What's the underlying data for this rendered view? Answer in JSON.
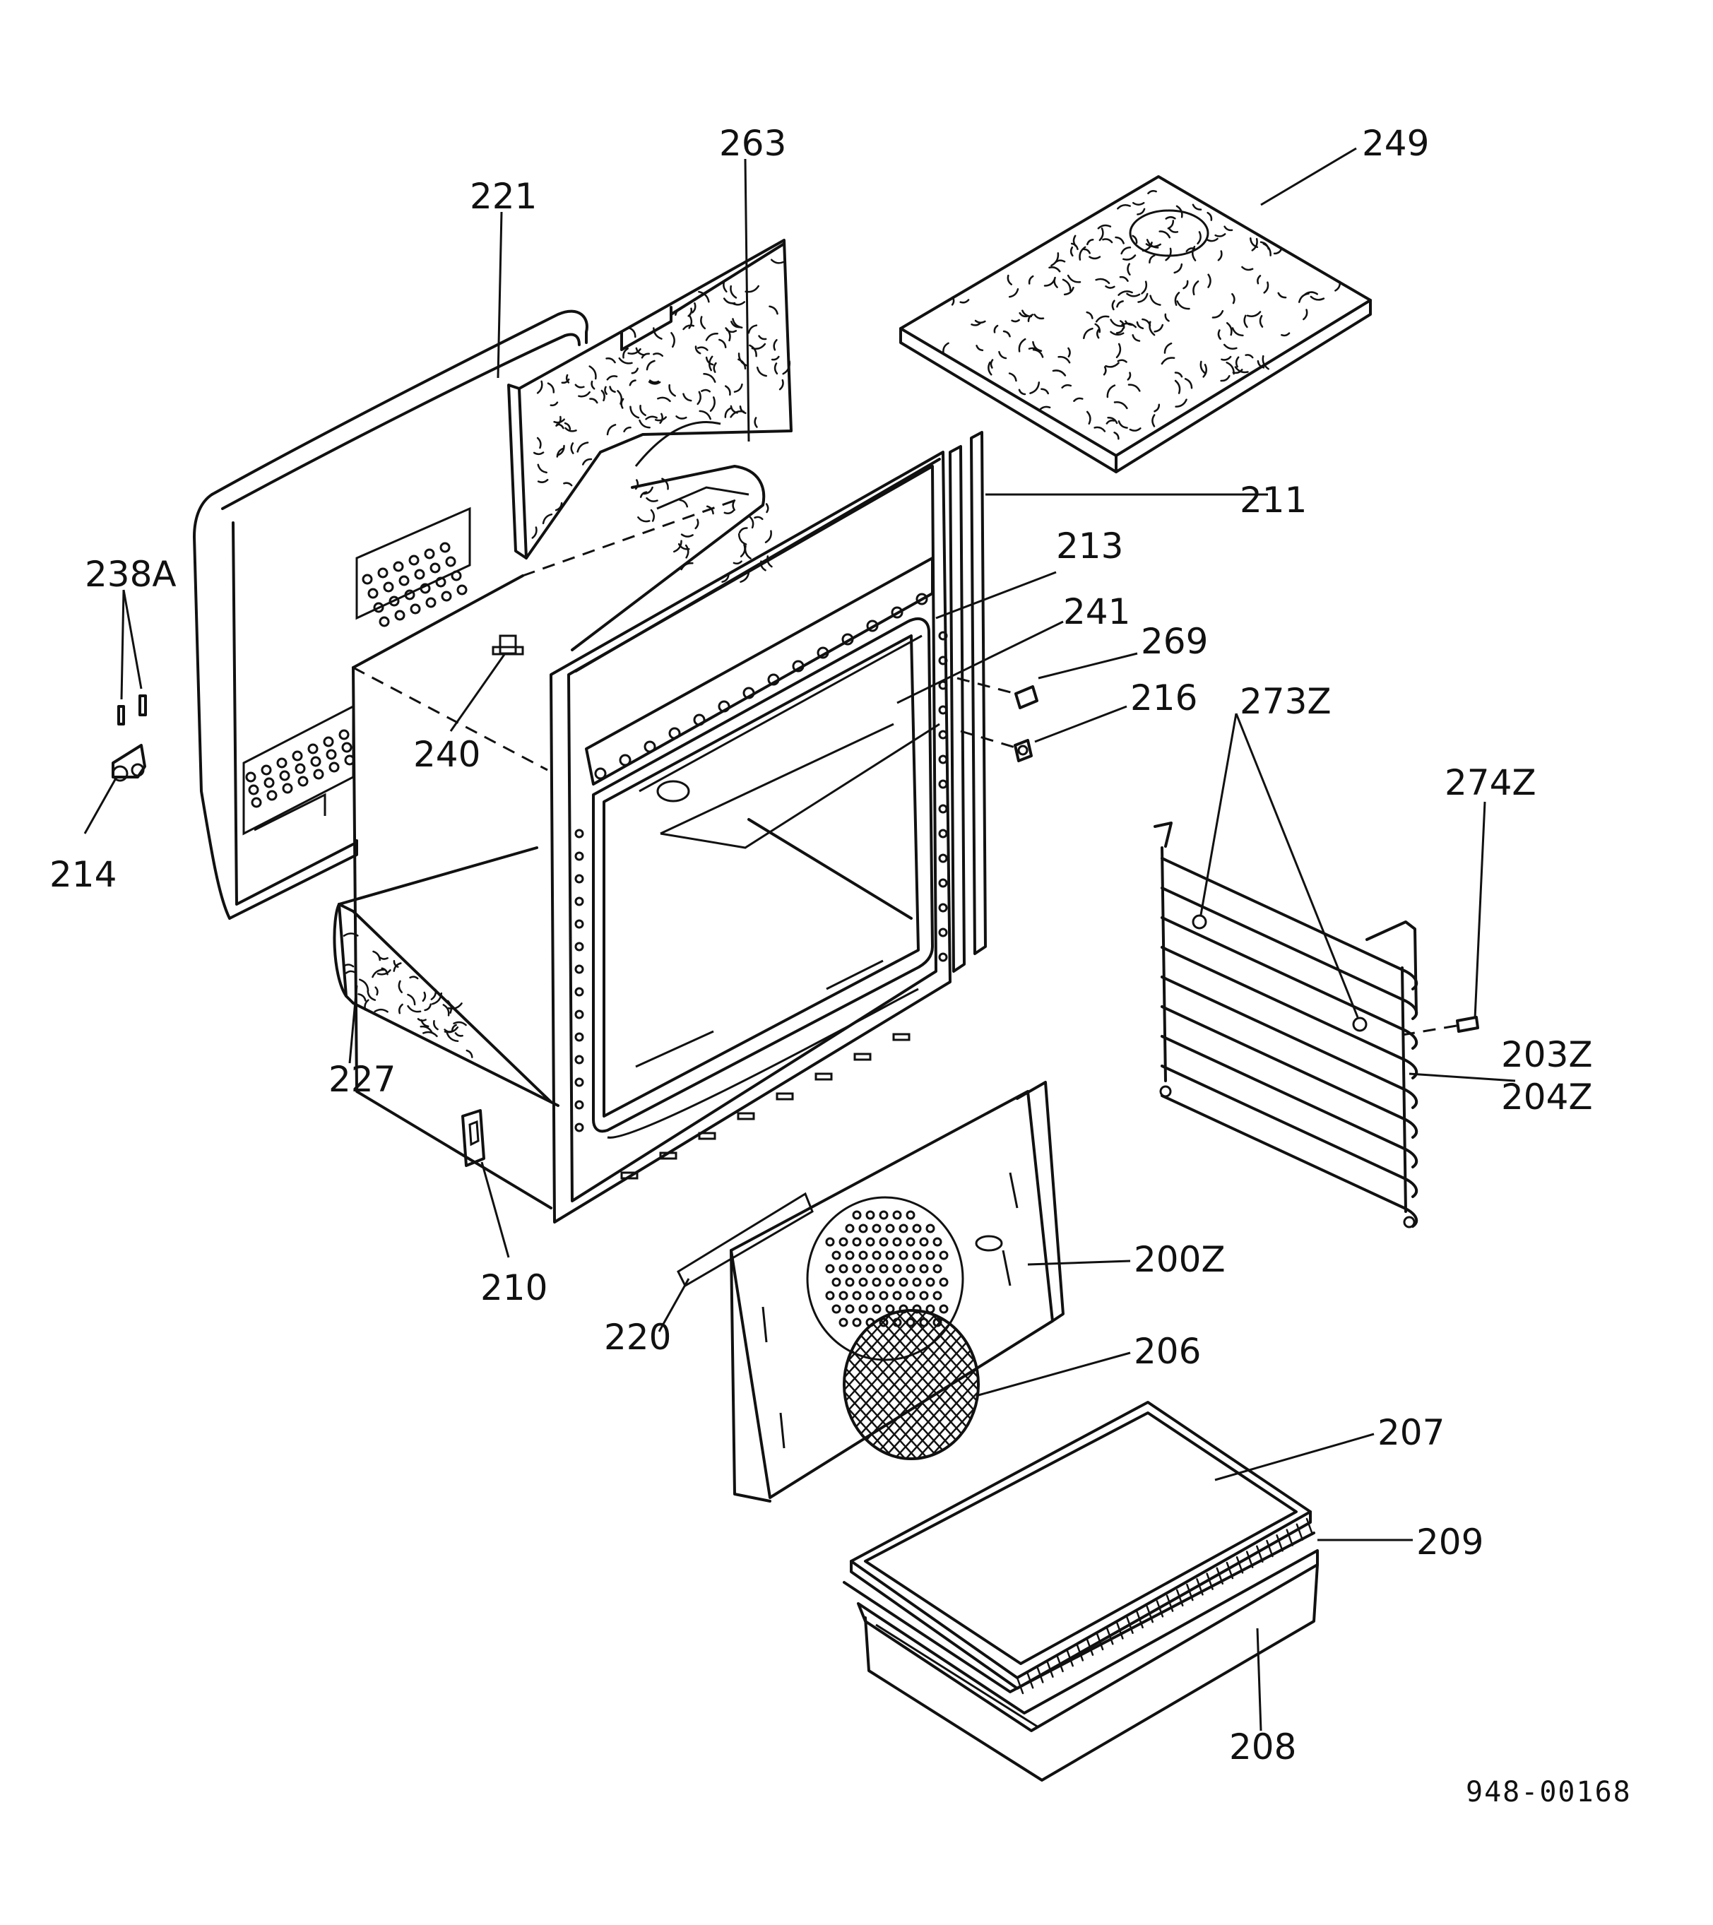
{
  "diagram": {
    "document_number": "948-00168",
    "parts": [
      {
        "id": "p263",
        "label": "263"
      },
      {
        "id": "p249",
        "label": "249"
      },
      {
        "id": "p221",
        "label": "221"
      },
      {
        "id": "p211",
        "label": "211"
      },
      {
        "id": "p213",
        "label": "213"
      },
      {
        "id": "p241",
        "label": "241"
      },
      {
        "id": "p269",
        "label": "269"
      },
      {
        "id": "p238a",
        "label": "238A"
      },
      {
        "id": "p216",
        "label": "216"
      },
      {
        "id": "p273z",
        "label": "273Z"
      },
      {
        "id": "p240",
        "label": "240"
      },
      {
        "id": "p274z",
        "label": "274Z"
      },
      {
        "id": "p214",
        "label": "214"
      },
      {
        "id": "p227",
        "label": "227"
      },
      {
        "id": "p203z",
        "label": "203Z"
      },
      {
        "id": "p204z",
        "label": "204Z"
      },
      {
        "id": "p210",
        "label": "210"
      },
      {
        "id": "p200z",
        "label": "200Z"
      },
      {
        "id": "p220",
        "label": "220"
      },
      {
        "id": "p206",
        "label": "206"
      },
      {
        "id": "p207",
        "label": "207"
      },
      {
        "id": "p209",
        "label": "209"
      },
      {
        "id": "p208",
        "label": "208"
      }
    ]
  }
}
